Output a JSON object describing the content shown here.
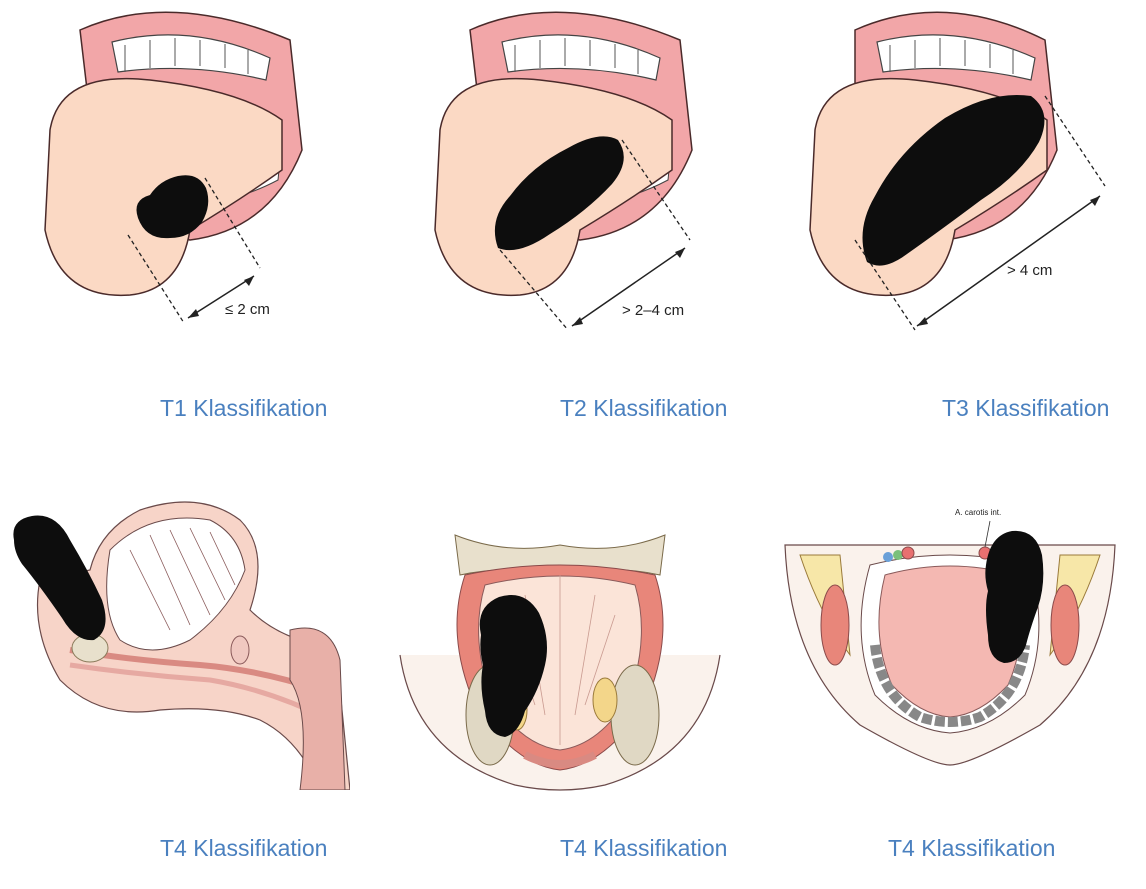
{
  "panels": [
    {
      "caption": "T1 Klassifikation",
      "measure": "≤ 2 cm"
    },
    {
      "caption": "T2 Klassifikation",
      "measure": "> 2–4 cm"
    },
    {
      "caption": "T3 Klassifikation",
      "measure": "> 4 cm"
    },
    {
      "caption": "T4 Klassifikation"
    },
    {
      "caption": "T4 Klassifikation"
    },
    {
      "caption": "T4 Klassifikation",
      "annotation": "A. carotis int."
    }
  ],
  "colors": {
    "caption": "#4a80bf",
    "tumor": "#0d0d0d",
    "lip": "#f2a6a8",
    "tongue": "#fbd9c4",
    "tissue": "#f7d4c8",
    "bone": "#e8e0cc",
    "muscle": "#e8867a"
  }
}
